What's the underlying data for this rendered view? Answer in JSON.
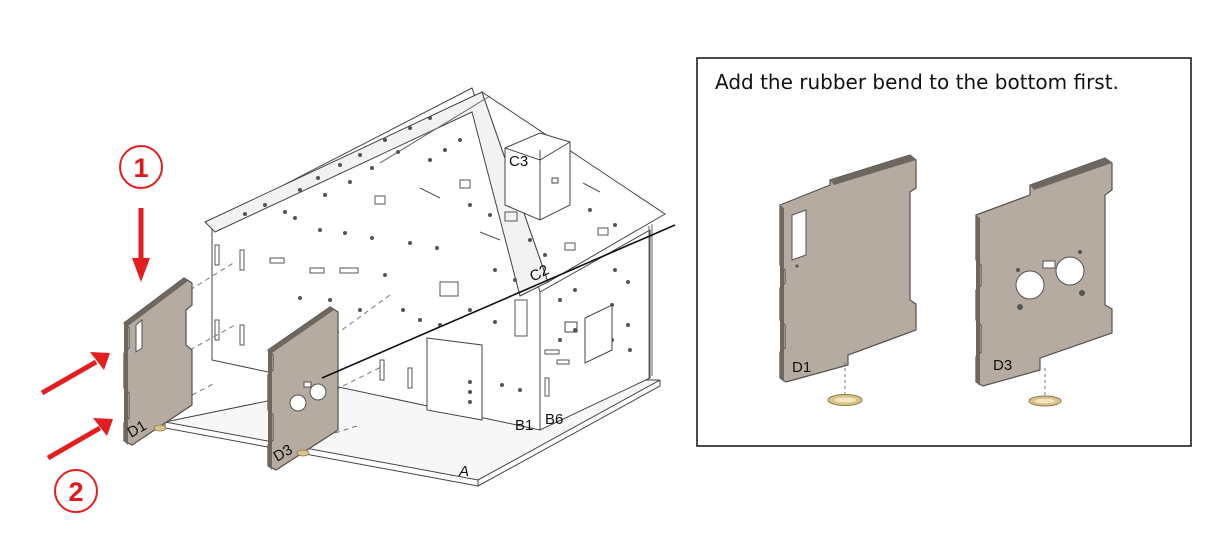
{
  "instruction": "Add the rubber bend to the bottom first.",
  "labels": {
    "base": "A",
    "chimney": "C3",
    "roof_edge": "C2",
    "front_wall": "B1",
    "side_wall": "B6",
    "door_left": "D1",
    "door_right": "D3",
    "detail_left": "D1",
    "detail_right": "D3"
  },
  "steps": {
    "first": "1",
    "second": "2"
  },
  "colors": {
    "panel_fill": "#b5aba1",
    "panel_edge": "#57524d",
    "panel_dark": "#6e6760",
    "arrow": "#e41e1e",
    "rubber": "#d9c38a",
    "line": "#222222"
  }
}
